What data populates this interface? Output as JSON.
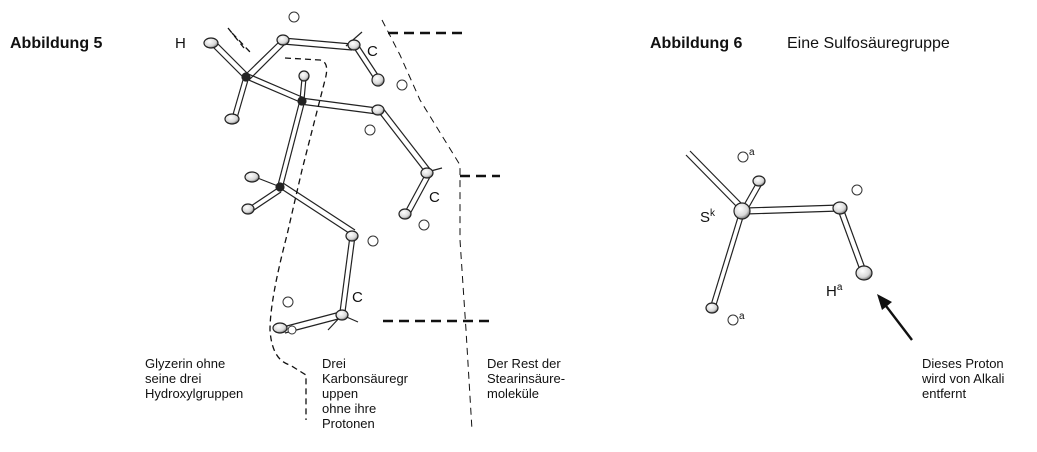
{
  "figure5": {
    "title": "Abbildung 5",
    "atom_labels": {
      "h": "H",
      "c_top": "C",
      "c_mid": "C",
      "c_bottom": "C"
    },
    "captions": {
      "glycerin": [
        "Glyzerin ohne",
        "seine drei",
        "Hydroxylgruppen"
      ],
      "carboxyl": [
        "Drei",
        "Karbonsäuregr",
        "uppen",
        "ohne ihre",
        "Protonen"
      ],
      "stearin": [
        "Der Rest der",
        "Stearinsäure-",
        "moleküle"
      ]
    }
  },
  "figure6": {
    "title": "Abbildung 6",
    "subtitle": "Eine Sulfosäuregruppe",
    "atom_labels": {
      "sulfur": "S",
      "sulfur_sup": "k",
      "o_top": "O",
      "o_top_sup": "a",
      "o_bottom": "O",
      "o_bottom_sup": "a",
      "h": "H",
      "h_sup": "a"
    },
    "caption": [
      "Dieses Proton",
      "wird von Alkali",
      "entfernt"
    ]
  },
  "colors": {
    "ink": "#111111",
    "background": "#ffffff"
  }
}
